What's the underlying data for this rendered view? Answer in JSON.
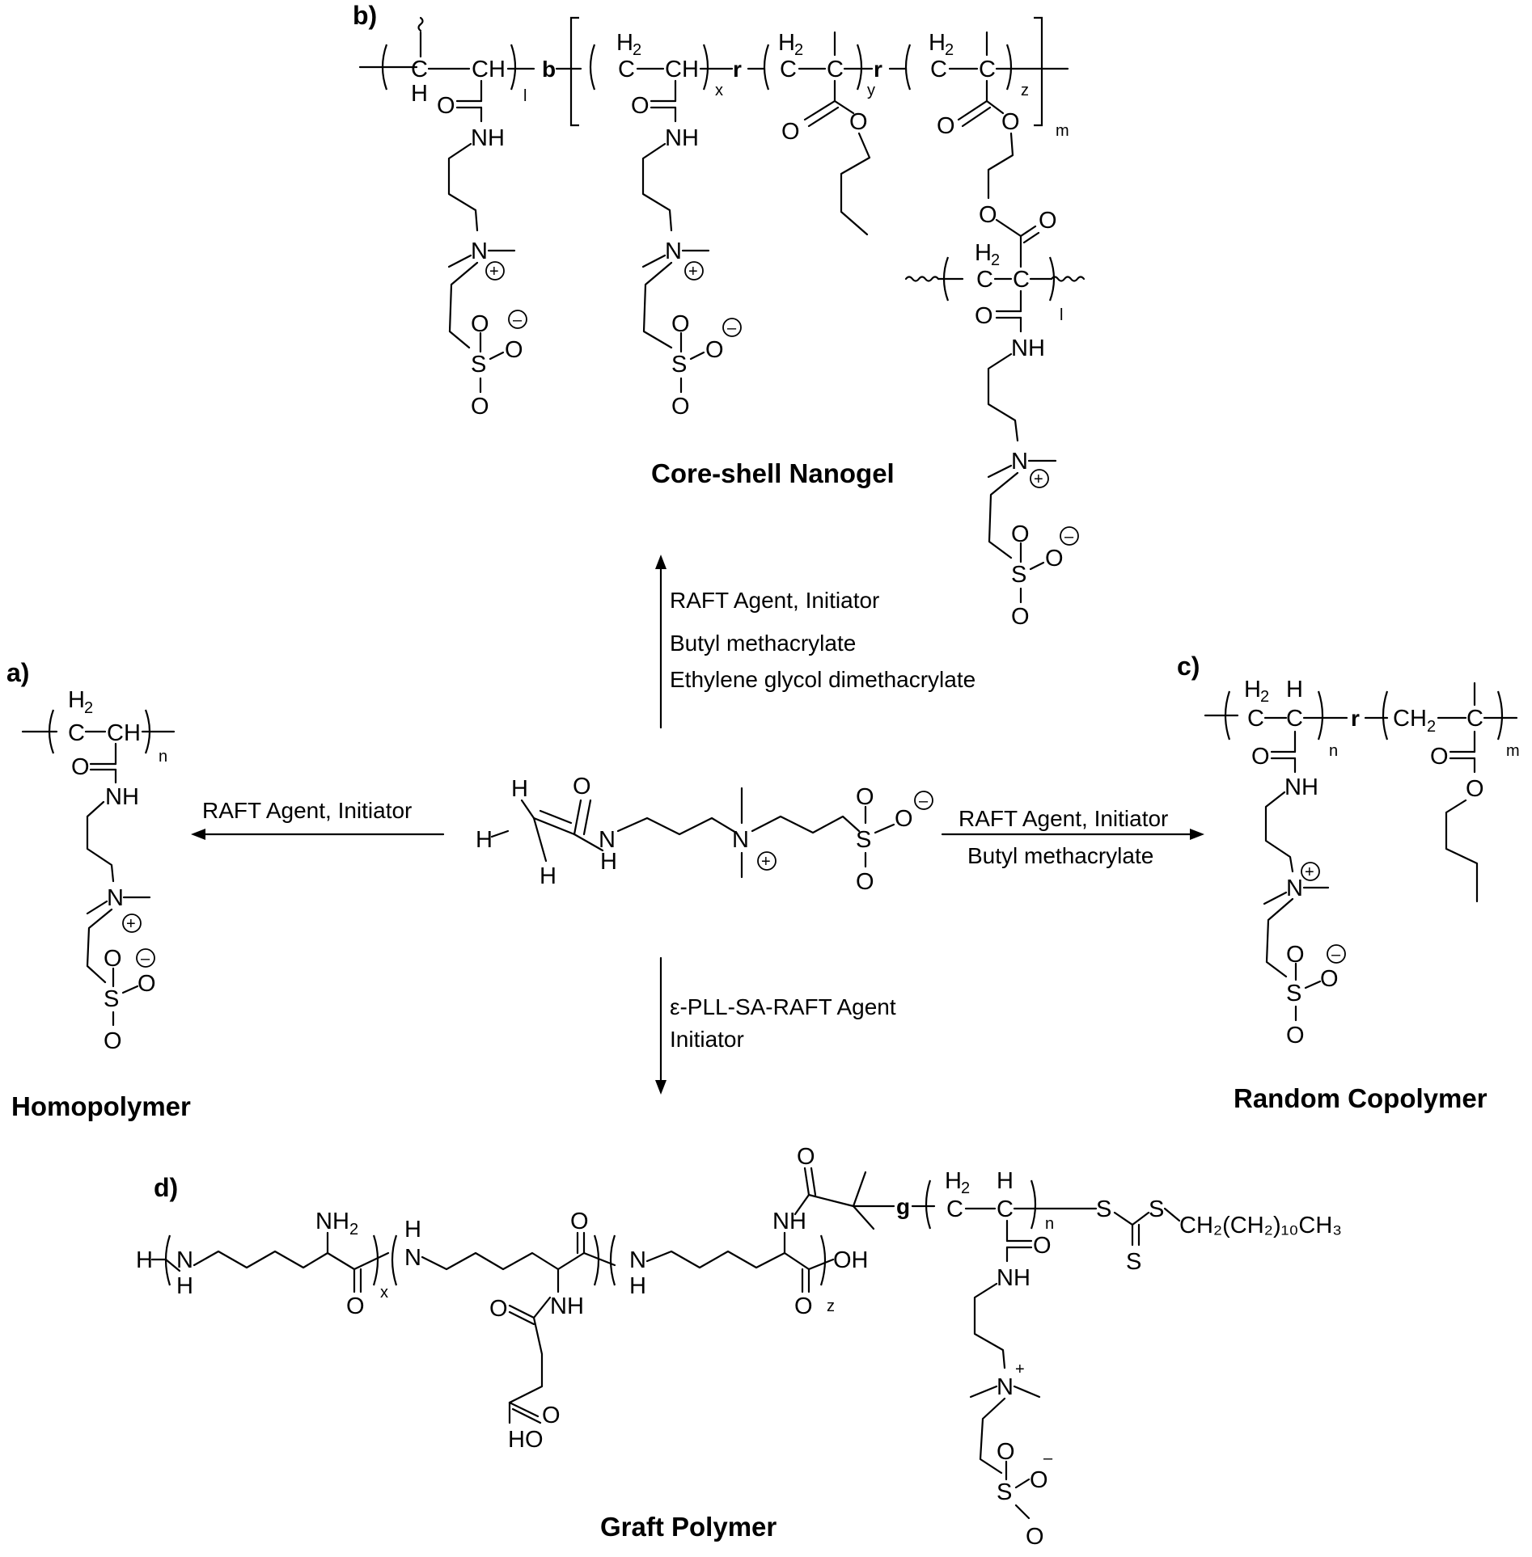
{
  "panels": {
    "a": "a)",
    "b": "b)",
    "c": "c)",
    "d": "d)"
  },
  "captions": {
    "homopolymer": "Homopolymer",
    "nanogel": "Core-shell Nanogel",
    "random": "Random Copolymer",
    "graft": "Graft Polymer"
  },
  "conditions": {
    "left": "RAFT Agent, Initiator",
    "up_1": "RAFT Agent, Initiator",
    "up_2": "Butyl methacrylate",
    "up_3": "Ethylene glycol dimethacrylate",
    "right_1": "RAFT Agent, Initiator",
    "right_2": "Butyl methacrylate",
    "down_1": "ε-PLL-SA-RAFT Agent",
    "down_2": "Initiator"
  },
  "atoms": {
    "H": "H",
    "H2": "H",
    "two": "2",
    "C": "C",
    "CH": "CH",
    "CH2": "CH",
    "O": "O",
    "NH": "NH",
    "N": "N",
    "S": "S",
    "OH": "OH",
    "HO": "HO",
    "NH2": "NH",
    "plus": "+",
    "minus": "–",
    "link_b": "b",
    "link_r": "r",
    "link_g": "g",
    "sub_n": "n",
    "sub_m": "m",
    "sub_l": "l",
    "sub_x": "x",
    "sub_y": "y",
    "sub_z": "z",
    "tail": "CH₂(CH₂)₁₀CH₃"
  }
}
